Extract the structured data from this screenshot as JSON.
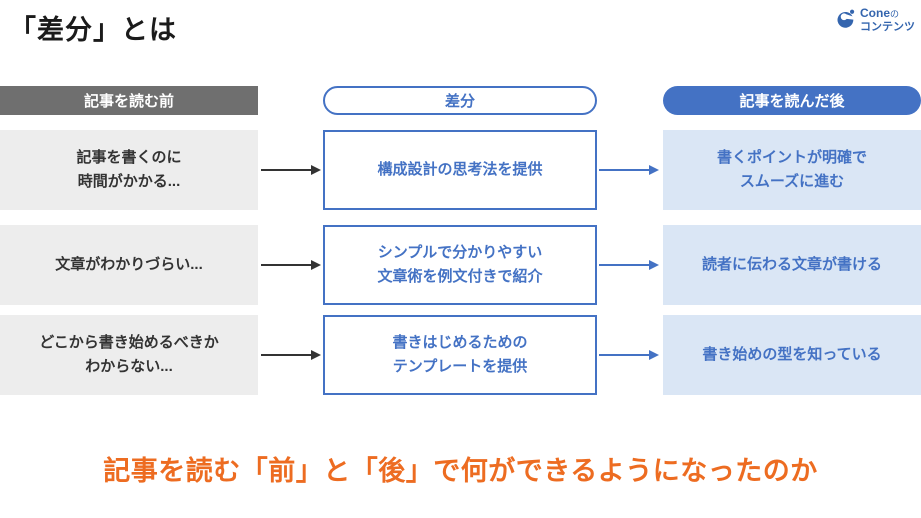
{
  "page": {
    "title": "「差分」とは",
    "footer": "記事を読む「前」と「後」で何ができるようになったのか"
  },
  "logo": {
    "brand": "Cone",
    "particle": "の",
    "line2": "コンテンツ"
  },
  "columns": {
    "before_header": "記事を読む前",
    "diff_header": "差分",
    "after_header": "記事を読んだ後"
  },
  "rows": [
    {
      "before": "記事を書くのに\n時間がかかる...",
      "diff": "構成設計の思考法を提供",
      "after": "書くポイントが明確で\nスムーズに進む"
    },
    {
      "before": "文章がわかりづらい...",
      "diff": "シンプルで分かりやすい\n文章術を例文付きで紹介",
      "after": "読者に伝わる文章が書ける"
    },
    {
      "before": "どこから書き始めるべきか\nわからない...",
      "diff": "書きはじめるための\nテンプレートを提供",
      "after": "書き始めの型を知っている"
    }
  ],
  "colors": {
    "accent_blue": "#4472c4",
    "light_blue_bg": "#dae6f5",
    "gray_header": "#6f6f6f",
    "gray_box": "#ededed",
    "orange": "#ed6c21"
  }
}
